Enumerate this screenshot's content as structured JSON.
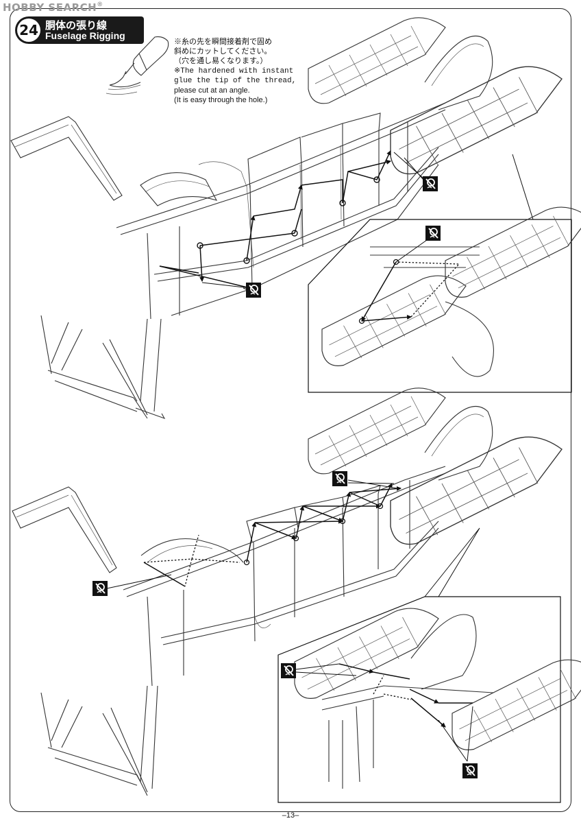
{
  "watermark": {
    "text": "HOBBY SEARCH",
    "mark": "®"
  },
  "step": {
    "number": "24",
    "title_jp": "胴体の張り線",
    "title_en": "Fuselage Rigging"
  },
  "note": {
    "jp_lines": [
      "※糸の先を瞬間接着剤で固め",
      "斜めにカットしてください。",
      "（穴を通し易くなります。）"
    ],
    "en_lines": [
      "※The hardened with instant",
      "glue the tip of the thread,",
      "please cut at an angle.",
      "(It is easy through the hole.)"
    ]
  },
  "icons": {
    "glue_bottle": "instant-glue-bottle-icon",
    "rigging_symbol": "rigging-thread-symbol-icon"
  },
  "page_number": "–13–"
}
